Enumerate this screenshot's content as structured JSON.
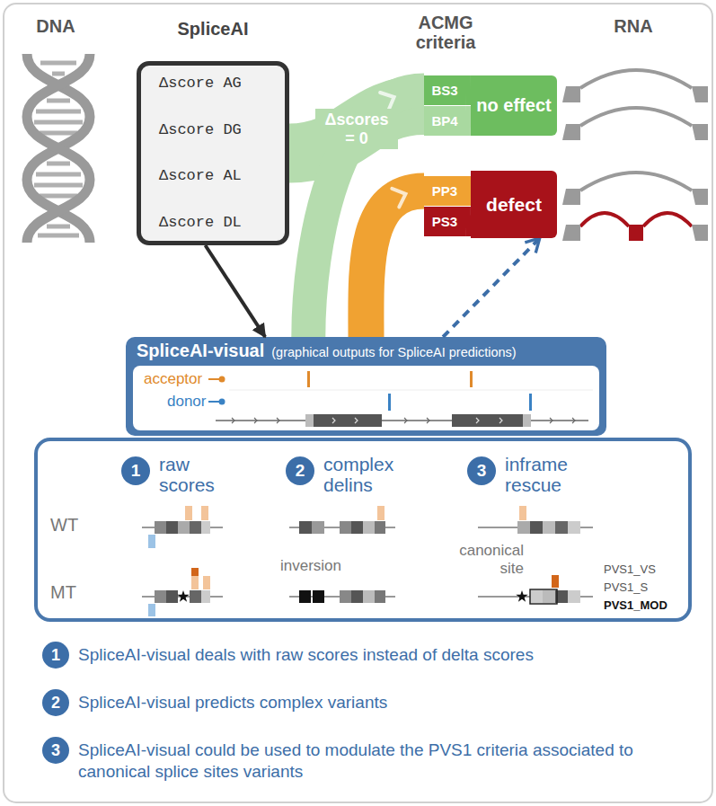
{
  "diagram": {
    "nodes": [
      {
        "text": [
          "SpliceAI",
          "Δscore AG",
          "Δscore DG",
          "Δscore AL",
          "Δscore DL"
        ]
      },
      {
        "text": [
          "BS3"
        ]
      },
      {
        "text": [
          "BP4"
        ]
      },
      {
        "text": [
          "no effect"
        ]
      },
      {
        "text": [
          "PP3"
        ]
      },
      {
        "text": [
          "PS3"
        ]
      },
      {
        "text": [
          "defect"
        ]
      },
      {
        "text": [
          "SpliceAI-visual",
          "(graphical outputs for SpliceAI predictions)"
        ]
      },
      {
        "text": [
          "acceptor",
          "donor"
        ],
        "in": 7
      },
      {
        "text": [
          "WT",
          "MT"
        ]
      },
      {
        "text": [
          "1",
          "raw scores"
        ],
        "in": 9
      },
      {
        "text": [
          "2",
          "complex delins"
        ],
        "in": 9
      },
      {
        "text": [
          "3",
          "inframe rescue"
        ],
        "in": 9
      },
      {
        "text": [
          "1",
          "SpliceAI-visual deals with raw scores instead of delta scores"
        ]
      },
      {
        "text": [
          "2",
          "SpliceAI-visual predicts complex variants"
        ]
      },
      {
        "text": [
          "3",
          "SpliceAI-visual could be used to modulate the PVS1 criteria associated to canonical splice sites variants"
        ]
      }
    ],
    "edges": [
      {
        "from": 0,
        "to": 1,
        "label": "Δscores = 0",
        "arrow": "none"
      },
      {
        "from": 0,
        "to": 7,
        "arrow": "to"
      },
      {
        "from": 7,
        "to": 1,
        "arrow": "to"
      },
      {
        "from": 7,
        "to": 4,
        "arrow": "to"
      },
      {
        "from": 7,
        "to": 6,
        "arrow": "to"
      },
      {
        "from": 1,
        "to": 3,
        "arrow": "none"
      },
      {
        "from": 2,
        "to": 3,
        "arrow": "none"
      },
      {
        "from": 4,
        "to": 6,
        "arrow": "none"
      },
      {
        "from": 5,
        "to": 6,
        "arrow": "none"
      }
    ],
    "labels": [
      "DNA",
      "ACMG criteria",
      "RNA",
      "inversion",
      "canonical site",
      "PVS1_VS",
      "PVS1_S",
      "PVS1_MOD"
    ]
  }
}
